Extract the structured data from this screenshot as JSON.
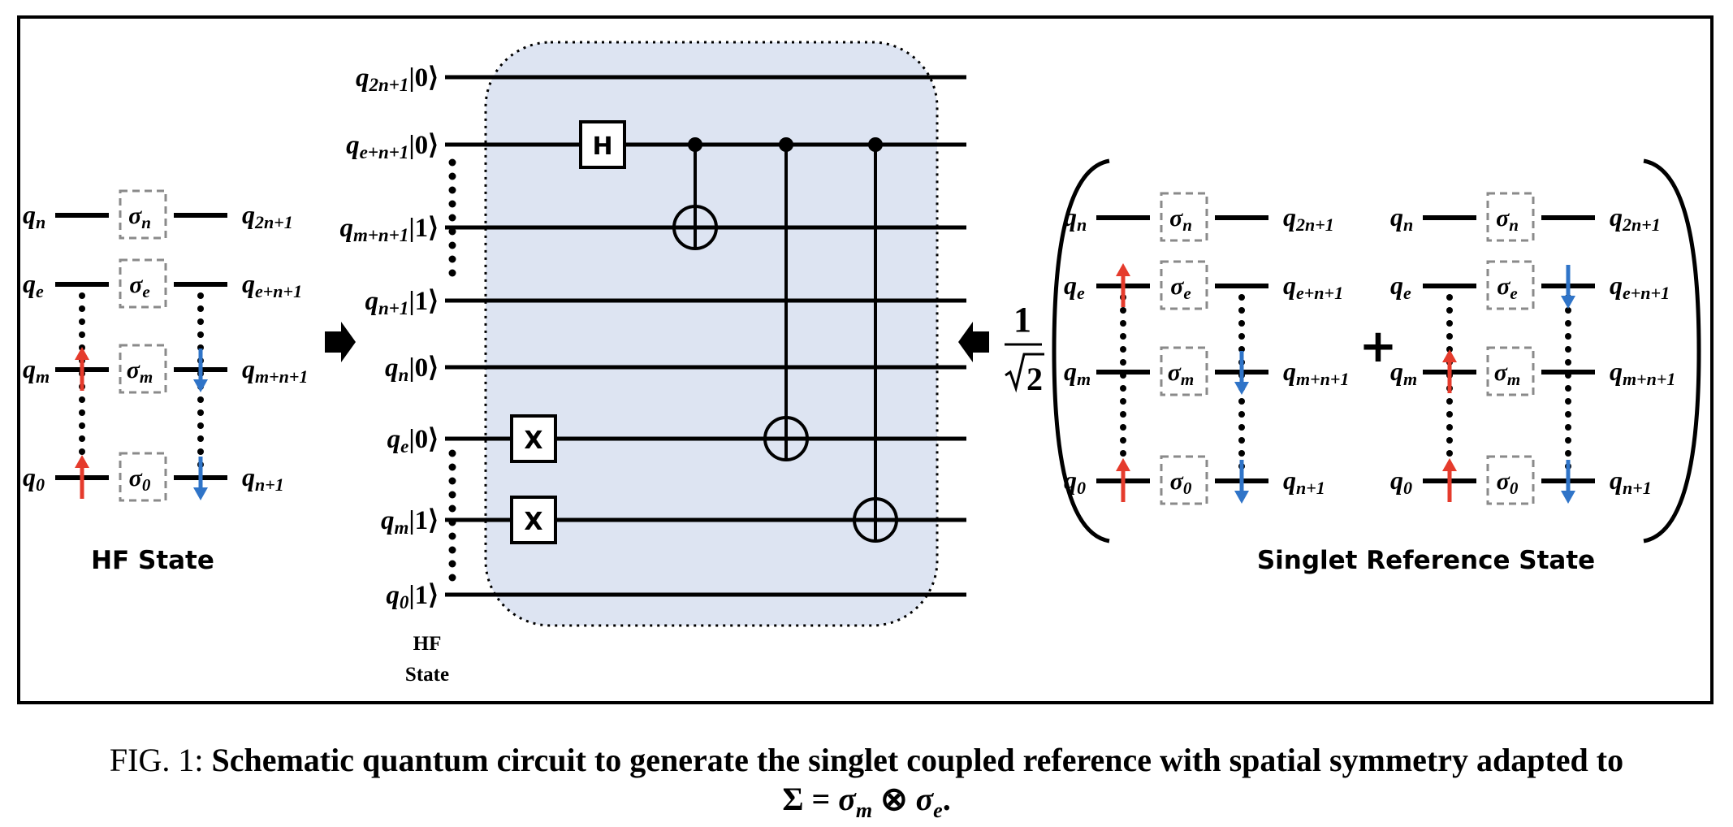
{
  "colors": {
    "frame": "#000000",
    "circuit_background": "#dde4f2",
    "spin_up": "#e53b2c",
    "spin_down": "#2f74c8",
    "symmetry_box": "#8a8a8a"
  },
  "hf_state": {
    "caption": "HF State",
    "left_orbitals": [
      "n",
      "e",
      "m",
      "0"
    ],
    "symmetry_labels": [
      "n",
      "e",
      "m",
      "0"
    ],
    "right_orbitals": [
      "2n+1",
      "e+n+1",
      "m+n+1",
      "n+1"
    ],
    "icons": [
      "spin-up-arrow-icon",
      "spin-down-arrow-icon",
      "ellipsis-dots-icon"
    ]
  },
  "circuit": {
    "wires": [
      {
        "index": "2n+1",
        "ket": "0"
      },
      {
        "index": "e+n+1",
        "ket": "0"
      },
      {
        "index": "m+n+1",
        "ket": "1"
      },
      {
        "index": "n+1",
        "ket": "1"
      },
      {
        "index": "n",
        "ket": "0"
      },
      {
        "index": "e",
        "ket": "0"
      },
      {
        "index": "m",
        "ket": "1"
      },
      {
        "index": "0",
        "ket": "1"
      }
    ],
    "gates": [
      "H",
      "X",
      "X"
    ],
    "hf_label_line1": "HF",
    "hf_label_line2": "State"
  },
  "singlet": {
    "prefactor_numerator": "1",
    "prefactor_sqrt_arg": "2",
    "plus": "+",
    "caption": "Singlet Reference State"
  },
  "caption": {
    "label": "FIG. 1:",
    "text": "Schematic quantum circuit to generate the singlet coupled reference with spatial symmetry adapted to",
    "formula": "Σ = σm ⊗ σe."
  }
}
